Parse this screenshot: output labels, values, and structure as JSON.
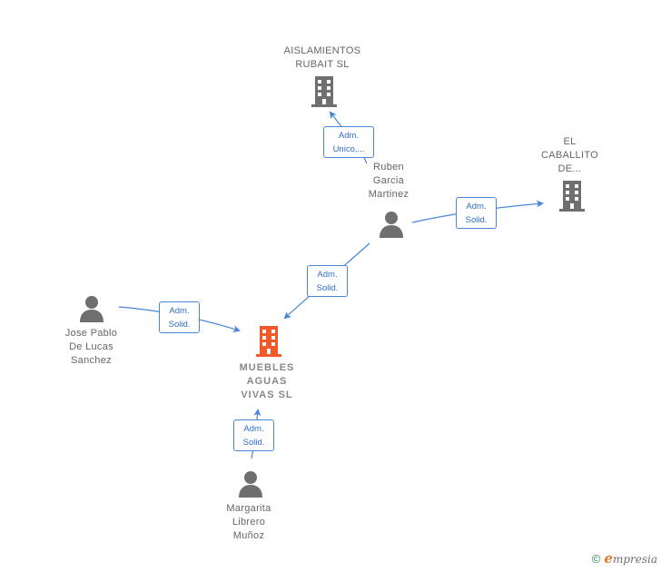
{
  "nodes": {
    "aislamientos": {
      "label": "AISLAMIENTOS\nRUBAIT  SL",
      "type": "company"
    },
    "caballito": {
      "label": "EL\nCABALLITO\nDE...",
      "type": "company"
    },
    "muebles": {
      "label": "MUEBLES\nAGUAS\nVIVAS  SL",
      "type": "company-focus"
    },
    "ruben": {
      "label": "Ruben\nGarcia\nMartinez",
      "type": "person"
    },
    "jose": {
      "label": "Jose Pablo\nDe Lucas\nSanchez",
      "type": "person"
    },
    "margarita": {
      "label": "Margarita\nLibrero\nMuñoz",
      "type": "person"
    }
  },
  "edges": {
    "ruben_aislamientos": {
      "label": "Adm.\nUnico,..."
    },
    "ruben_caballito": {
      "label": "Adm.\nSolid."
    },
    "ruben_muebles": {
      "label": "Adm.\nSolid."
    },
    "jose_muebles": {
      "label": "Adm.\nSolid."
    },
    "margarita_muebles": {
      "label": "Adm.\nSolid."
    }
  },
  "colors": {
    "edge": "#4a86d8",
    "company_icon": "#6f6f6f",
    "focus_icon": "#f05a28",
    "person_icon": "#6f6f6f"
  },
  "footer": {
    "copyright": "©",
    "brand_initial": "e",
    "brand_rest": "mpresia"
  }
}
